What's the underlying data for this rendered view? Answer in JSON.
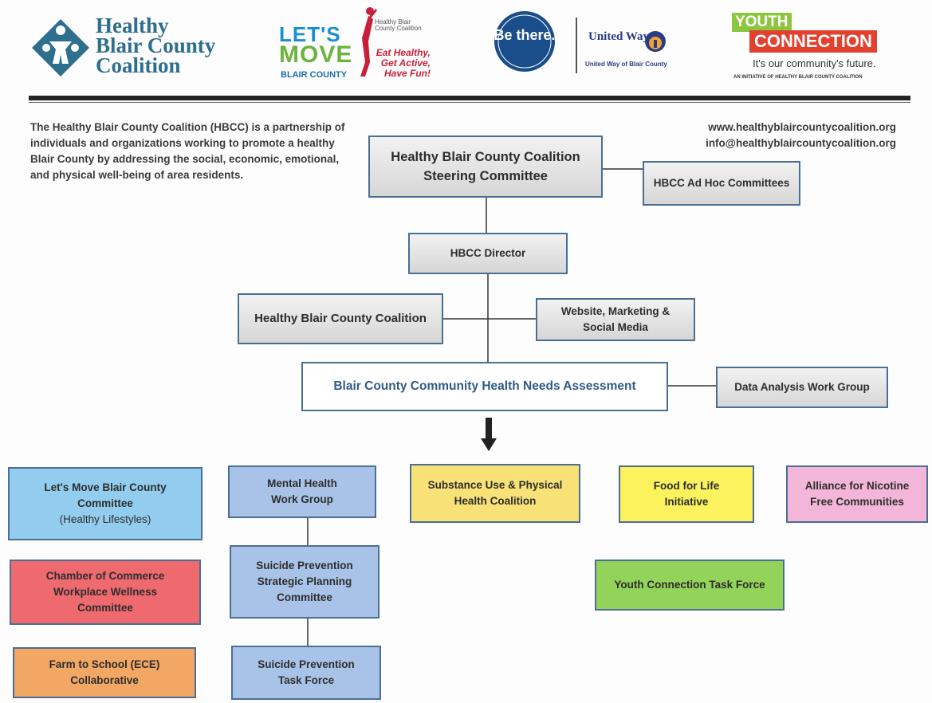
{
  "header": {
    "hbcc_logo": {
      "line1": "Healthy",
      "line2": "Blair County",
      "line3": "Coalition"
    },
    "letsmove_logo": {
      "line1": "LET'S",
      "line2": "MOVE",
      "line3": "BLAIR COUNTY",
      "mini": "Healthy Blair County Coalition",
      "slogan": "Eat Healthy, Get Active, Have Fun!"
    },
    "bethere_logo": {
      "text": "Be there."
    },
    "unitedway_logo": {
      "name": "United Way",
      "caption": "United Way of Blair County"
    },
    "youth_logo": {
      "line1": "YOUTH",
      "line2": "CONNECTION",
      "tagline": "It's our community's future.",
      "initiative": "AN INITIATIVE OF HEALTHY BLAIR COUNTY COALITION"
    }
  },
  "intro": "The Healthy Blair County Coalition (HBCC) is a partnership of individuals and organizations working to promote a healthy Blair County by addressing the social, economic, emotional, and physical well-being of area residents.",
  "contact": {
    "website": "www.healthyblaircountycoalition.org",
    "email": "info@healthyblaircountycoalition.org"
  },
  "org": {
    "steering": "Healthy Blair County Coalition\nSteering Committee",
    "adhoc": "HBCC Ad Hoc Committees",
    "director": "HBCC Director",
    "coalition": "Healthy Blair County Coalition",
    "website_marketing": "Website, Marketing &\nSocial Media",
    "chna": "Blair County Community Health Needs Assessment",
    "data_analysis": "Data Analysis Work Group",
    "lets_move": "Let's Move Blair County\nCommittee",
    "lets_move_sub": "(Healthy Lifestyles)",
    "chamber": "Chamber of Commerce\nWorkplace Wellness\nCommittee",
    "farm": "Farm to School (ECE)\nCollaborative",
    "mental_health": "Mental Health\nWork Group",
    "suicide_planning": "Suicide Prevention\nStrategic Planning\nCommittee",
    "suicide_task": "Suicide Prevention\nTask Force",
    "substance": "Substance Use & Physical\nHealth Coalition",
    "food": "Food for Life\nInitiative",
    "alliance": "Alliance for Nicotine\nFree Communities",
    "youth_task": "Youth Connection Task Force"
  },
  "colors": {
    "blue_box": "#92cdef",
    "periwinkle_box": "#a8c2e8",
    "red_box": "#ee6a6e",
    "orange_box": "#f2a765",
    "yellow_box": "#f8e177",
    "bright_yellow_box": "#fbf25e",
    "pink_box": "#f3b6d8",
    "green_box": "#93d35a",
    "border": "#4a6f95"
  }
}
